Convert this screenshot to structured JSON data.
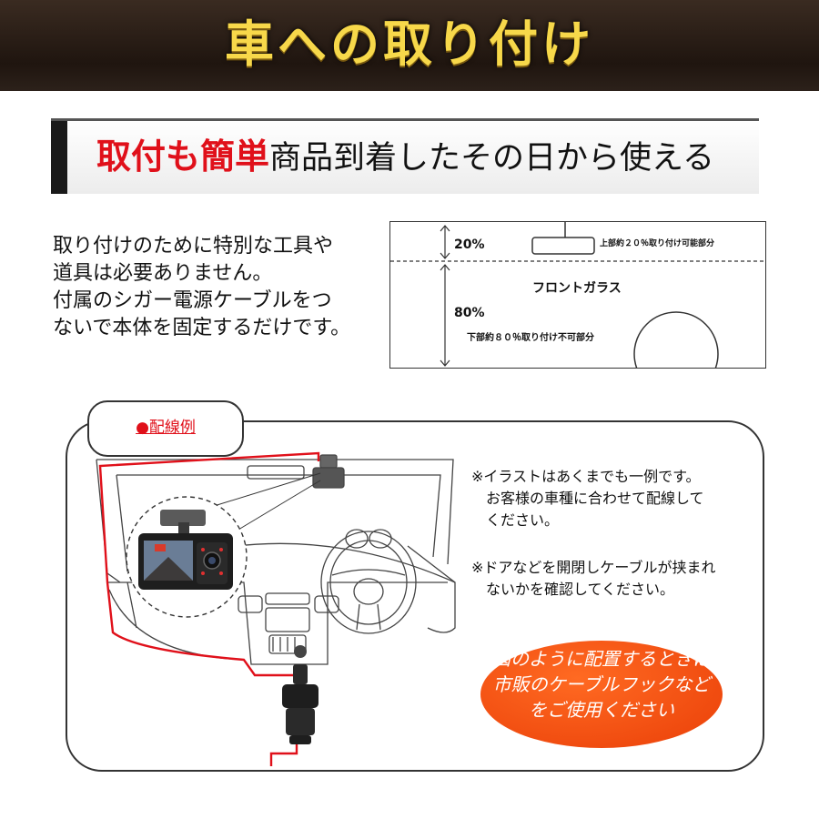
{
  "header": {
    "title": "車への取り付け"
  },
  "banner": {
    "emphasis": "取付も簡単",
    "text": "商品到着したその日から使える"
  },
  "description": {
    "lines": [
      "取り付けのために特別な工具や",
      "道具は必要ありません。",
      "付属のシガー電源ケーブルをつ",
      "ないで本体を固定するだけです。"
    ]
  },
  "windshield": {
    "top_pct": "20%",
    "top_note": "上部約２０％取り付け可能部分",
    "title": "フロントガラス",
    "bottom_pct": "80%",
    "bottom_note": "下部約８０％取り付け不可部分"
  },
  "wiring": {
    "tab_label": "●配線例",
    "note1": [
      "※イラストはあくまでも一例です。",
      "お客様の車種に合わせて配線して",
      "ください。"
    ],
    "note2": [
      "※ドアなどを開閉しケーブルが挟まれ",
      "ないかを確認してください。"
    ],
    "bubble": [
      "図のように配置するときは",
      "市販のケーブルフックなど",
      "をご使用ください"
    ]
  },
  "colors": {
    "accent": "#e0101a",
    "header_gold": "#f7d84a",
    "bubble": "#ea3f08"
  }
}
